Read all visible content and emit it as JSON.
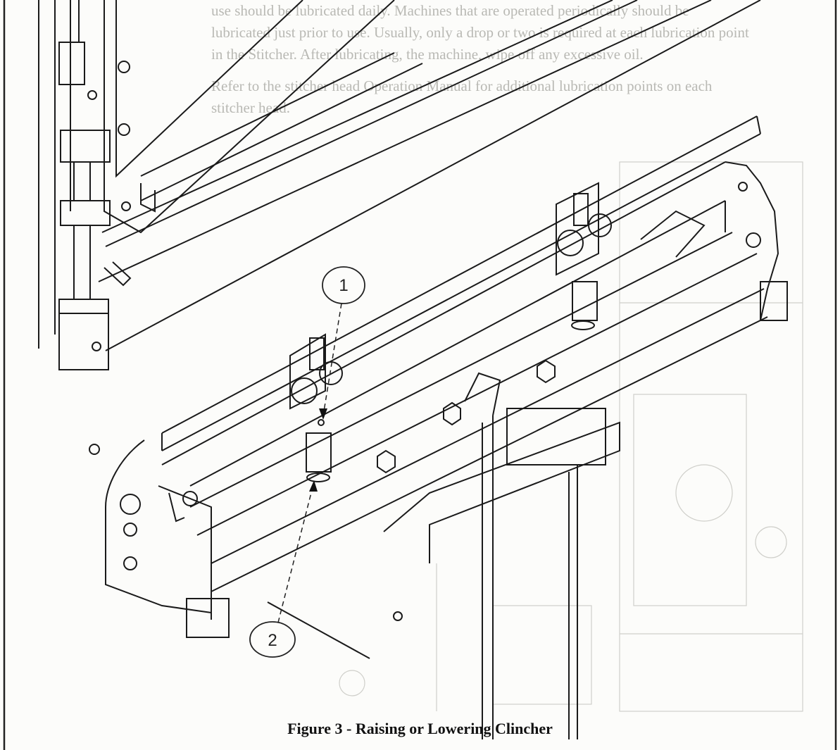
{
  "background_text": {
    "line_1": "use should be lubricated daily. Machines that are operated periodically should be",
    "line_2": "lubricated just prior to use. Usually, only a drop or two is required at each lubrication point",
    "line_3": "in the Stitcher. After lubricating, the machine, wipe off any excessive oil.",
    "line_4": "Refer to the stitcher head Operation Manual for additional lubrication points on each",
    "line_5": "stitcher head."
  },
  "callouts": {
    "one": "1",
    "two": "2"
  },
  "caption": "Figure 3 - Raising or Lowering Clincher",
  "colors": {
    "line": "#1a1a1a",
    "frame": "#222222",
    "faint": "#c8c8c4"
  }
}
